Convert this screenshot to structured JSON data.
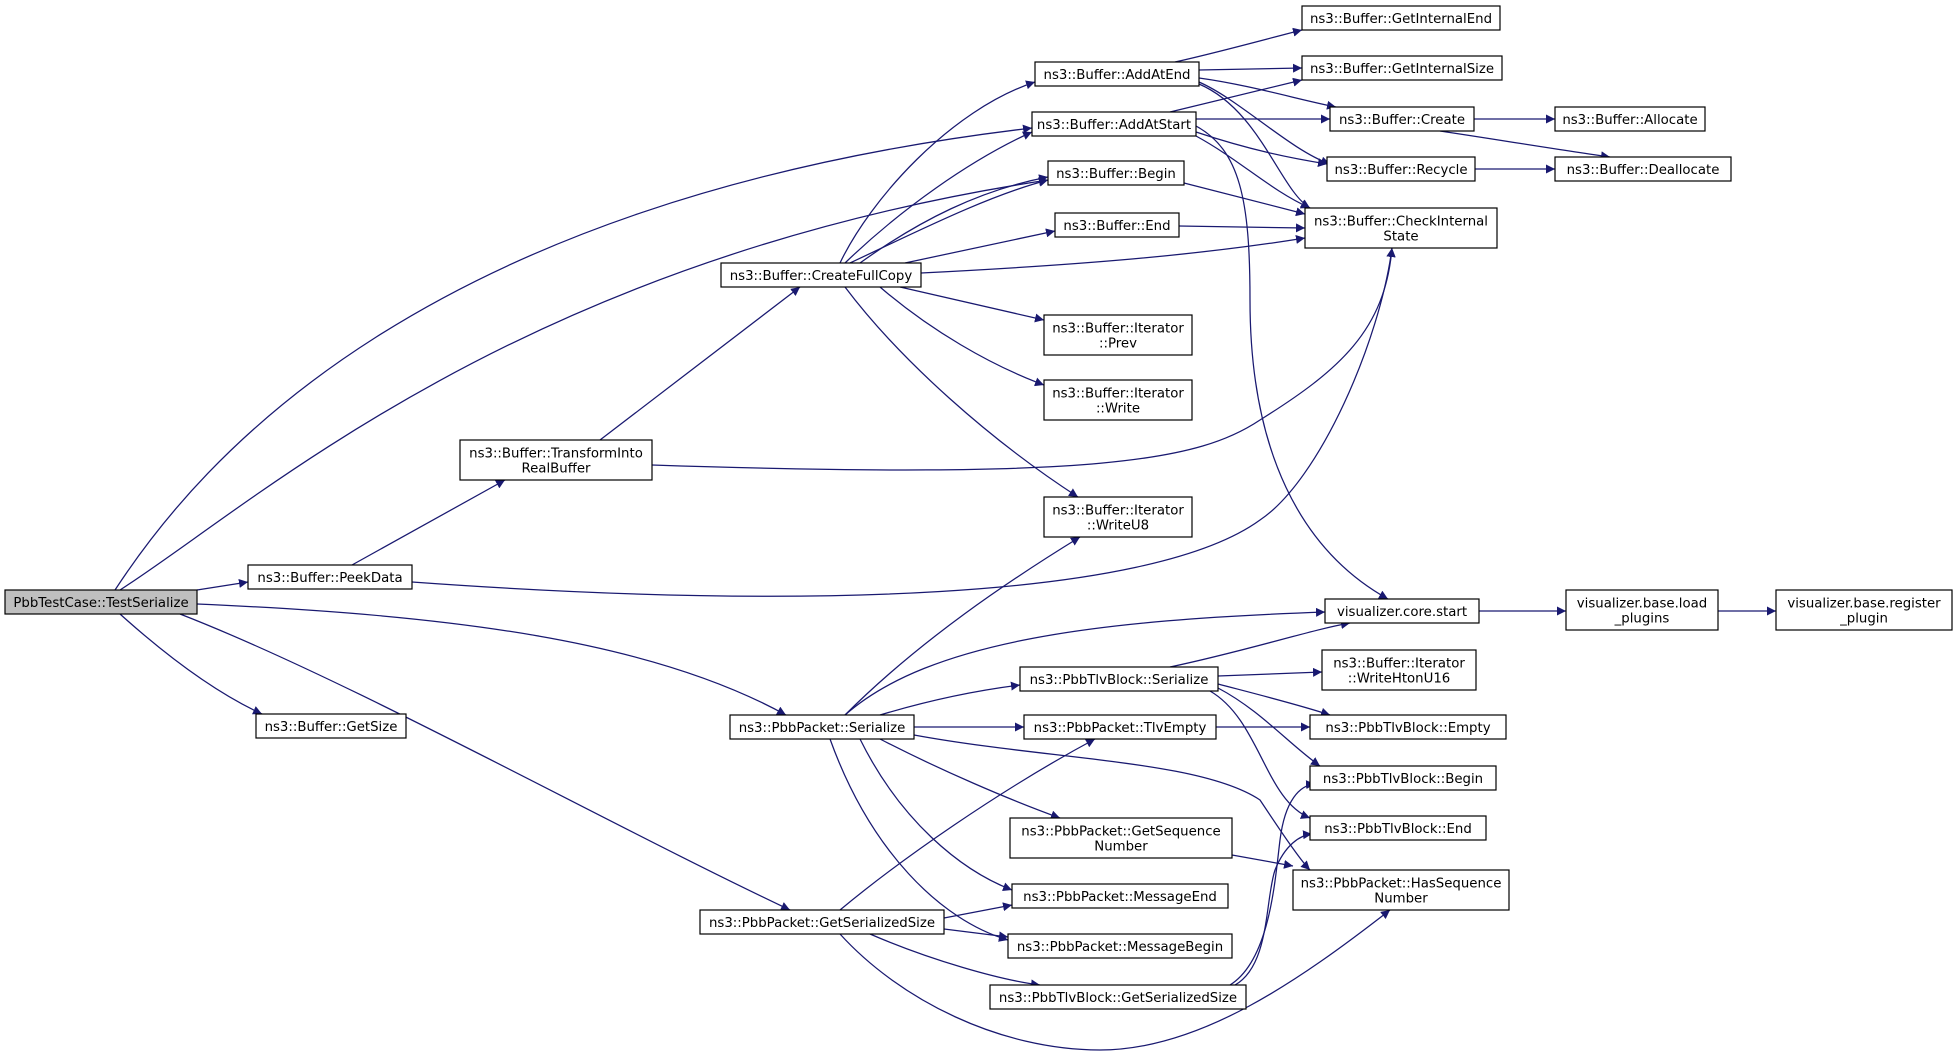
{
  "graph": {
    "node_fill": "#ffffff",
    "root_fill": "#bfbfbf",
    "edge_color": "#191970",
    "nodes": {
      "root": [
        "PbbTestCase::TestSerialize"
      ],
      "buffer_peekdata": [
        "ns3::Buffer::PeekData"
      ],
      "buffer_getsize": [
        "ns3::Buffer::GetSize"
      ],
      "buffer_transformintorealbuffer": [
        "ns3::Buffer::TransformInto",
        "RealBuffer"
      ],
      "buffer_createfullcopy": [
        "ns3::Buffer::CreateFullCopy"
      ],
      "buffer_addatend": [
        "ns3::Buffer::AddAtEnd"
      ],
      "buffer_addatstart": [
        "ns3::Buffer::AddAtStart"
      ],
      "buffer_begin": [
        "ns3::Buffer::Begin"
      ],
      "buffer_end": [
        "ns3::Buffer::End"
      ],
      "iterator_prev": [
        "ns3::Buffer::Iterator",
        "::Prev"
      ],
      "iterator_write": [
        "ns3::Buffer::Iterator",
        "::Write"
      ],
      "iterator_writeu8": [
        "ns3::Buffer::Iterator",
        "::WriteU8"
      ],
      "buffer_getinternalend": [
        "ns3::Buffer::GetInternalEnd"
      ],
      "buffer_getinternalsize": [
        "ns3::Buffer::GetInternalSize"
      ],
      "buffer_create": [
        "ns3::Buffer::Create"
      ],
      "buffer_recycle": [
        "ns3::Buffer::Recycle"
      ],
      "buffer_checkinternalstate": [
        "ns3::Buffer::CheckInternal",
        "State"
      ],
      "buffer_allocate": [
        "ns3::Buffer::Allocate"
      ],
      "buffer_deallocate": [
        "ns3::Buffer::Deallocate"
      ],
      "visualizer_core_start": [
        "visualizer.core.start"
      ],
      "visualizer_base_load_plugins": [
        "visualizer.base.load",
        "_plugins"
      ],
      "visualizer_base_register_plugin": [
        "visualizer.base.register",
        "_plugin"
      ],
      "pbbpacket_serialize": [
        "ns3::PbbPacket::Serialize"
      ],
      "pbbpacket_getserializedsize": [
        "ns3::PbbPacket::GetSerializedSize"
      ],
      "pbbtlvblock_serialize": [
        "ns3::PbbTlvBlock::Serialize"
      ],
      "pbbpacket_tlvempty": [
        "ns3::PbbPacket::TlvEmpty"
      ],
      "pbbpacket_getsequencenumber": [
        "ns3::PbbPacket::GetSequence",
        "Number"
      ],
      "pbbpacket_messageend": [
        "ns3::PbbPacket::MessageEnd"
      ],
      "pbbpacket_messagebegin": [
        "ns3::PbbPacket::MessageBegin"
      ],
      "pbbtlvblock_getserializedsize": [
        "ns3::PbbTlvBlock::GetSerializedSize"
      ],
      "iterator_writehtonu16": [
        "ns3::Buffer::Iterator",
        "::WriteHtonU16"
      ],
      "pbbtlvblock_empty": [
        "ns3::PbbTlvBlock::Empty"
      ],
      "pbbtlvblock_begin": [
        "ns3::PbbTlvBlock::Begin"
      ],
      "pbbtlvblock_end": [
        "ns3::PbbTlvBlock::End"
      ],
      "pbbpacket_hassequencenumber": [
        "ns3::PbbPacket::HasSequence",
        "Number"
      ]
    }
  }
}
